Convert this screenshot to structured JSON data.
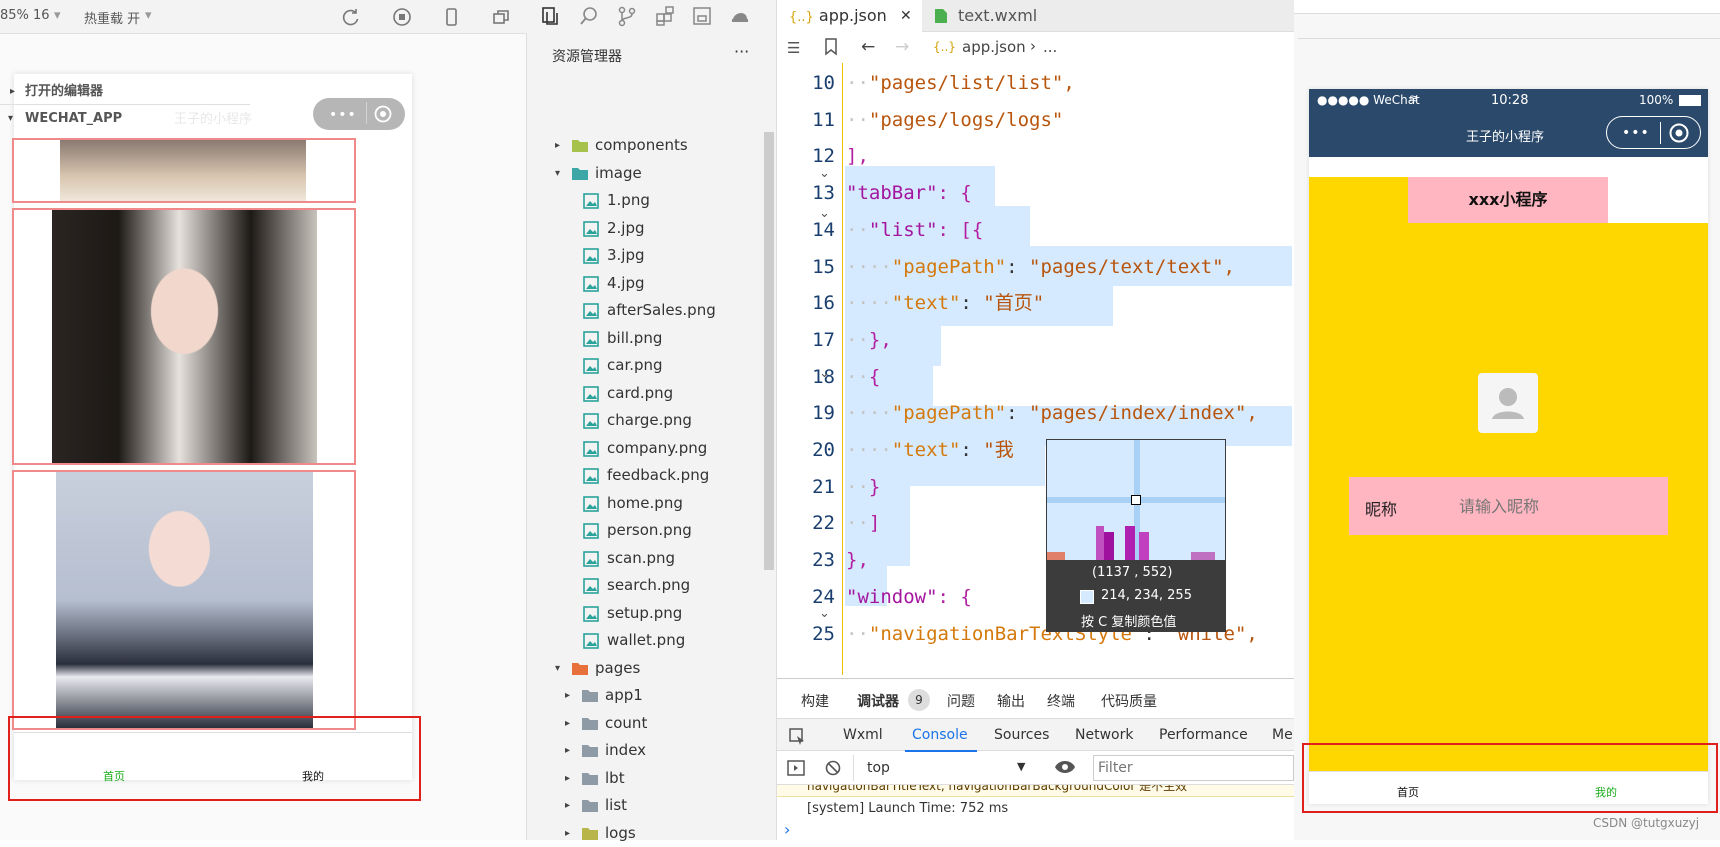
{
  "simulator": {
    "zoom": "85% 16",
    "hot_reload": "热重载 开",
    "nav_title": "王子的小程序",
    "tabbar": {
      "home": "首页",
      "mine": "我的"
    }
  },
  "explorer": {
    "title": "资源管理器",
    "more": "···",
    "open_editors": "打开的编辑器",
    "project": "WECHAT_APP",
    "items": [
      {
        "label": "components",
        "type": "folder",
        "indent": 1,
        "arrow": "▸",
        "color": "#a6c24b"
      },
      {
        "label": "image",
        "type": "folder-open",
        "indent": 1,
        "arrow": "▾",
        "color": "#3da6a6"
      },
      {
        "label": "1.png",
        "type": "img",
        "indent": 2
      },
      {
        "label": "2.jpg",
        "type": "img",
        "indent": 2
      },
      {
        "label": "3.jpg",
        "type": "img",
        "indent": 2
      },
      {
        "label": "4.jpg",
        "type": "img",
        "indent": 2
      },
      {
        "label": "afterSales.png",
        "type": "img",
        "indent": 2
      },
      {
        "label": "bill.png",
        "type": "img",
        "indent": 2
      },
      {
        "label": "car.png",
        "type": "img",
        "indent": 2
      },
      {
        "label": "card.png",
        "type": "img",
        "indent": 2
      },
      {
        "label": "charge.png",
        "type": "img",
        "indent": 2
      },
      {
        "label": "company.png",
        "type": "img",
        "indent": 2
      },
      {
        "label": "feedback.png",
        "type": "img",
        "indent": 2
      },
      {
        "label": "home.png",
        "type": "img",
        "indent": 2
      },
      {
        "label": "person.png",
        "type": "img",
        "indent": 2
      },
      {
        "label": "scan.png",
        "type": "img",
        "indent": 2
      },
      {
        "label": "search.png",
        "type": "img",
        "indent": 2
      },
      {
        "label": "setup.png",
        "type": "img",
        "indent": 2
      },
      {
        "label": "wallet.png",
        "type": "img",
        "indent": 2
      },
      {
        "label": "pages",
        "type": "folder-open",
        "indent": 1,
        "arrow": "▾",
        "color": "#e8703a"
      },
      {
        "label": "app1",
        "type": "folder",
        "indent": 2,
        "arrow": "▸",
        "color": "#8e9aa6"
      },
      {
        "label": "count",
        "type": "folder",
        "indent": 2,
        "arrow": "▸",
        "color": "#8e9aa6"
      },
      {
        "label": "index",
        "type": "folder",
        "indent": 2,
        "arrow": "▸",
        "color": "#8e9aa6"
      },
      {
        "label": "lbt",
        "type": "folder",
        "indent": 2,
        "arrow": "▸",
        "color": "#8e9aa6"
      },
      {
        "label": "list",
        "type": "folder",
        "indent": 2,
        "arrow": "▸",
        "color": "#8e9aa6"
      },
      {
        "label": "logs",
        "type": "folder",
        "indent": 2,
        "arrow": "▸",
        "color": "#b8b54a"
      }
    ]
  },
  "editor": {
    "tabs": [
      {
        "label": "app.json",
        "icon": "{..}",
        "close": "✕"
      },
      {
        "label": "text.wxml",
        "icon": "wxml"
      }
    ],
    "breadcrumb": {
      "icon": "{..}",
      "file": "app.json",
      "sep": "›",
      "rest": "..."
    },
    "lines": [
      {
        "n": "10",
        "text": "\"pages/list/list\","
      },
      {
        "n": "11",
        "text": "\"pages/logs/logs\""
      },
      {
        "n": "12",
        "text": "],"
      },
      {
        "n": "13",
        "key": "\"tabBar\"",
        "rest": ": {"
      },
      {
        "n": "14",
        "key": "\"list\"",
        "rest": ": [{"
      },
      {
        "n": "15",
        "key": "\"pagePath\"",
        "val": "\"pages/text/text\","
      },
      {
        "n": "16",
        "key": "\"text\"",
        "val": "\"首页\""
      },
      {
        "n": "17",
        "text": "},"
      },
      {
        "n": "18",
        "text": "{"
      },
      {
        "n": "19",
        "key": "\"pagePath\"",
        "val": "\"pages/index/index\","
      },
      {
        "n": "20",
        "key": "\"text\"",
        "val": "\"我"
      },
      {
        "n": "21",
        "text": "}"
      },
      {
        "n": "22",
        "text": "]"
      },
      {
        "n": "23",
        "text": "},"
      },
      {
        "n": "24",
        "key": "\"window\"",
        "rest": ": {"
      },
      {
        "n": "25",
        "key": "\"navigationBarTextStyle\"",
        "val": "\"white\","
      }
    ]
  },
  "color_picker": {
    "coords": "(1137 , 552)",
    "rgb": "214, 234, 255",
    "hint": "按 C 复制颜色值",
    "swatch": "#d6eaff"
  },
  "debug": {
    "tabs": [
      "构建",
      "调试器",
      "问题",
      "输出",
      "终端",
      "代码质量"
    ],
    "badge": "9",
    "subtabs": [
      "Wxml",
      "Console",
      "Sources",
      "Network",
      "Performance",
      "Me"
    ],
    "context": "top",
    "filter_placeholder": "Filter",
    "log_cut": "navigationBarTitleText, navigationBarBackgroundColor 是不生效",
    "log": "[system] Launch Time: 752 ms",
    "prompt": "›"
  },
  "preview": {
    "status_left": "●●●●● WeChat",
    "status_time": "10:28",
    "status_right": "100%",
    "nav_title": "王子的小程序",
    "app_title": "xxx小程序",
    "nickname_label": "昵称",
    "nickname_placeholder": "请输入昵称",
    "tabbar": {
      "home": "首页",
      "mine": "我的"
    },
    "watermark": "CSDN @tutgxuzyj"
  },
  "colors": {
    "highlight": "#d6eaff",
    "yellow": "#ffd700",
    "pink": "#ffb6c1",
    "navbar": "#2b4a6b",
    "green": "#1aad19",
    "red_frame": "#e0201b"
  }
}
